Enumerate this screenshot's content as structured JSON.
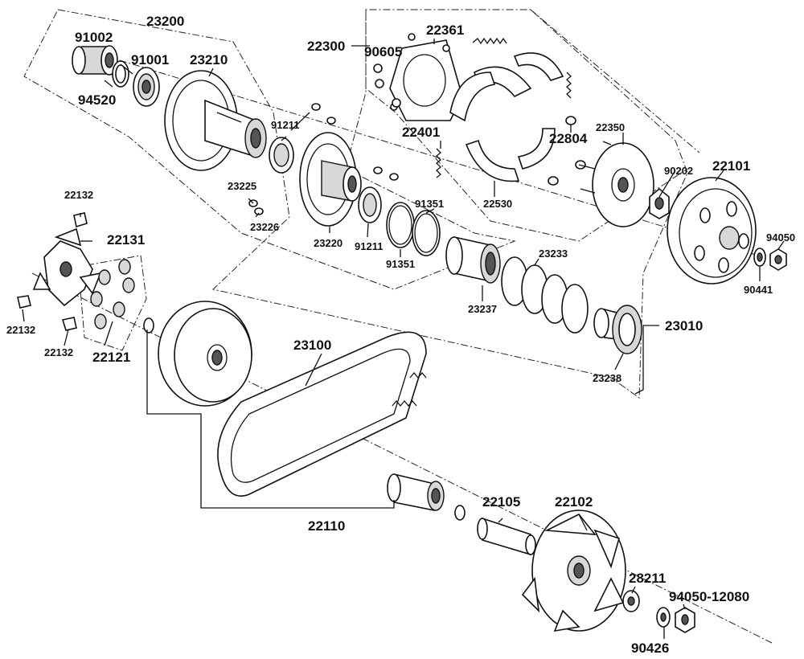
{
  "labels": {
    "23200": "23200",
    "91002": "91002",
    "91001": "91001",
    "23210": "23210",
    "94520": "94520",
    "22300": "22300",
    "90605": "90605",
    "22361": "22361",
    "22401": "22401",
    "22804": "22804",
    "22350": "22350",
    "22530": "22530",
    "90202": "90202",
    "22101": "22101",
    "94050": "94050",
    "90441": "90441",
    "91211_a": "91211",
    "91211_b": "91211",
    "23225": "23225",
    "23226": "23226",
    "23220": "23220",
    "91351_a": "91351",
    "91351_b": "91351",
    "23233": "23233",
    "23237": "23237",
    "23238": "23238",
    "23010": "23010",
    "22132_a": "22132",
    "22132_b": "22132",
    "22132_c": "22132",
    "22131": "22131",
    "22121": "22121",
    "23100": "23100",
    "22110": "22110",
    "22105": "22105",
    "22102": "22102",
    "28211": "28211",
    "94050_12080": "94050-12080",
    "90426": "90426"
  }
}
